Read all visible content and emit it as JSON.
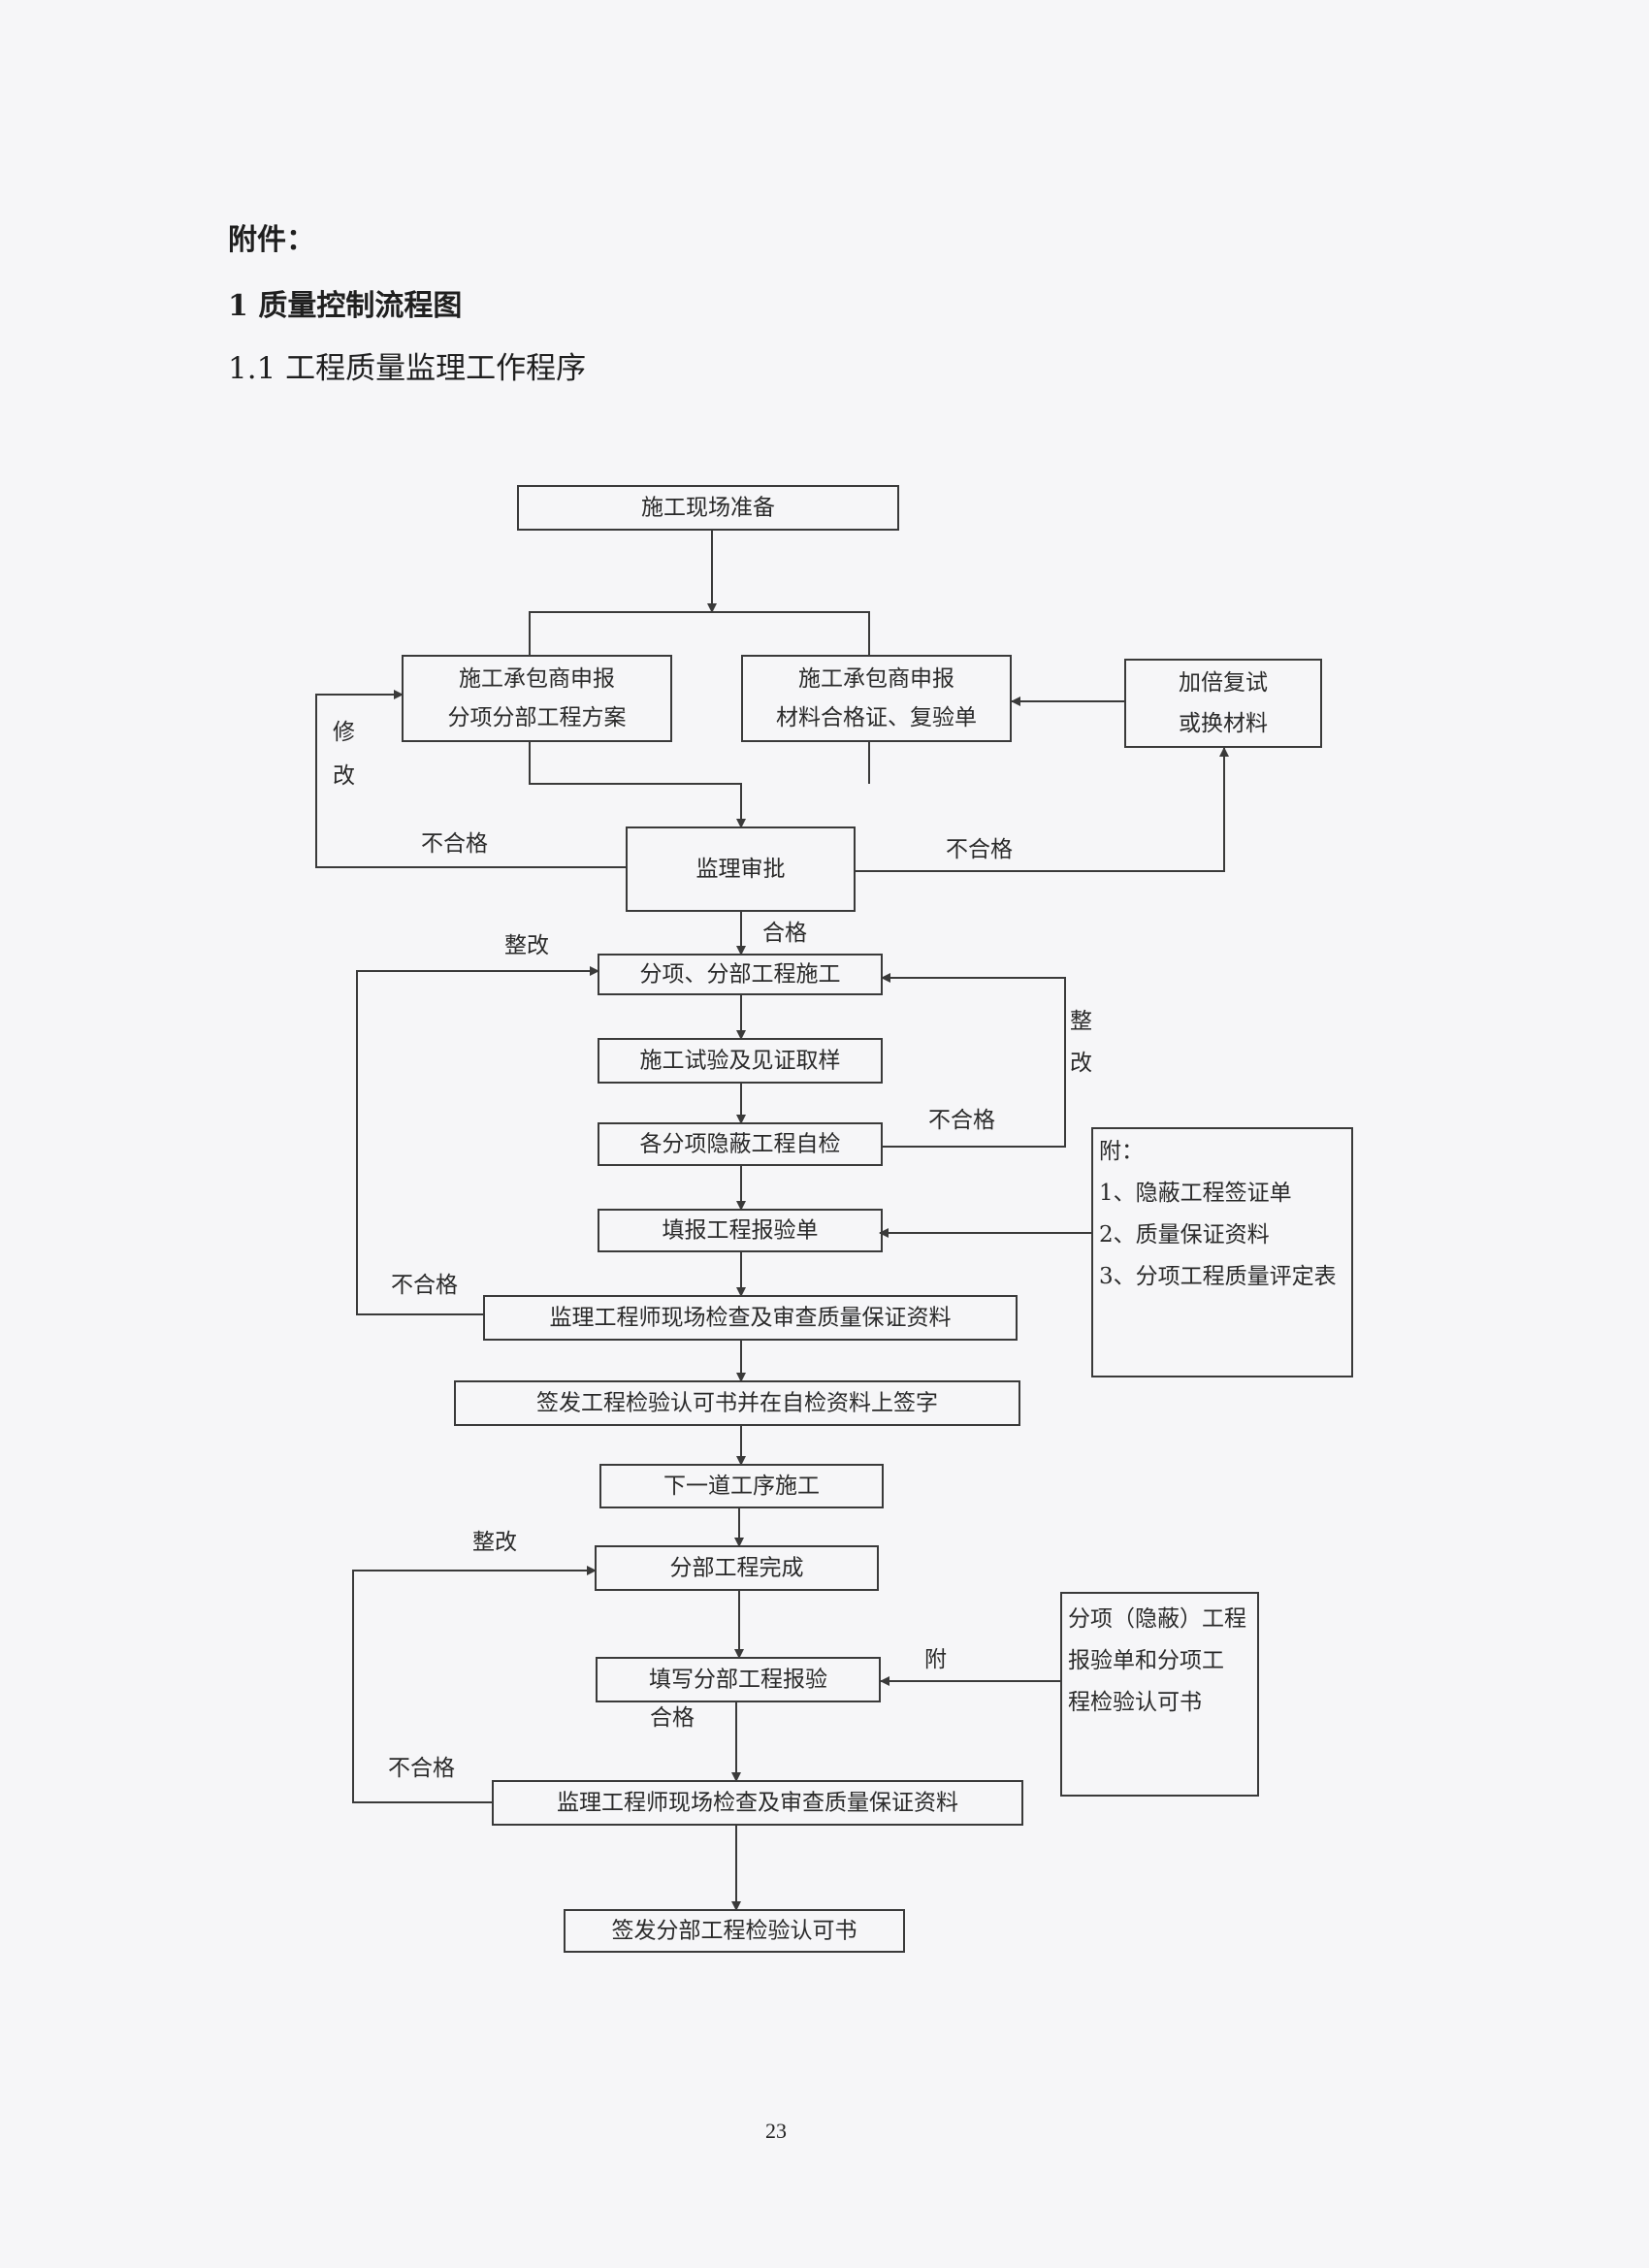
{
  "headings": {
    "annex": "附件：",
    "section": "1 质量控制流程图",
    "subsection": "1.1 工程质量监理工作程序"
  },
  "flowchart": {
    "nodes": {
      "site_prep": [
        "施工现场准备"
      ],
      "plan_submit": [
        "施工承包商申报",
        "分项分部工程方案"
      ],
      "material_submit": [
        "施工承包商申报",
        "材料合格证、复验单"
      ],
      "retest": [
        "加倍复试",
        "或换材料"
      ],
      "review": [
        "监理审批"
      ],
      "construction": [
        "分项、分部工程施工"
      ],
      "sampling": [
        "施工试验及见证取样"
      ],
      "self_check": [
        "各分项隐蔽工程自检"
      ],
      "fill_report": [
        "填报工程报验单"
      ],
      "inspect_1": [
        "监理工程师现场检查及审查质量保证资料"
      ],
      "certify_1": [
        "签发工程检验认可书并在自检资料上签字"
      ],
      "next_process": [
        "下一道工序施工"
      ],
      "division_done": [
        "分部工程完成"
      ],
      "division_report": [
        "填写分部工程报验"
      ],
      "inspect_2": [
        "监理工程师现场检查及审查质量保证资料"
      ],
      "certify_2": [
        "签发分部工程检验认可书"
      ]
    },
    "attachments": {
      "attach_1": [
        "附：",
        "1、隐蔽工程签证单",
        "2、质量保证资料",
        "3、分项工程质量评定表"
      ],
      "attach_2": [
        "分项（隐蔽）工程",
        "报验单和分项工",
        "程检验认可书"
      ]
    },
    "labels": {
      "modify_a": "修",
      "modify_b": "改",
      "fail_left": "不合格",
      "fail_right": "不合格",
      "pass_1": "合格",
      "rectify_1": "整改",
      "rectify_2a": "整",
      "rectify_2b": "改",
      "fail_3": "不合格",
      "fail_4": "不合格",
      "rectify_3": "整改",
      "attach_mark": "附",
      "pass_2": "合格",
      "fail_5": "不合格"
    }
  },
  "page_number": "23"
}
